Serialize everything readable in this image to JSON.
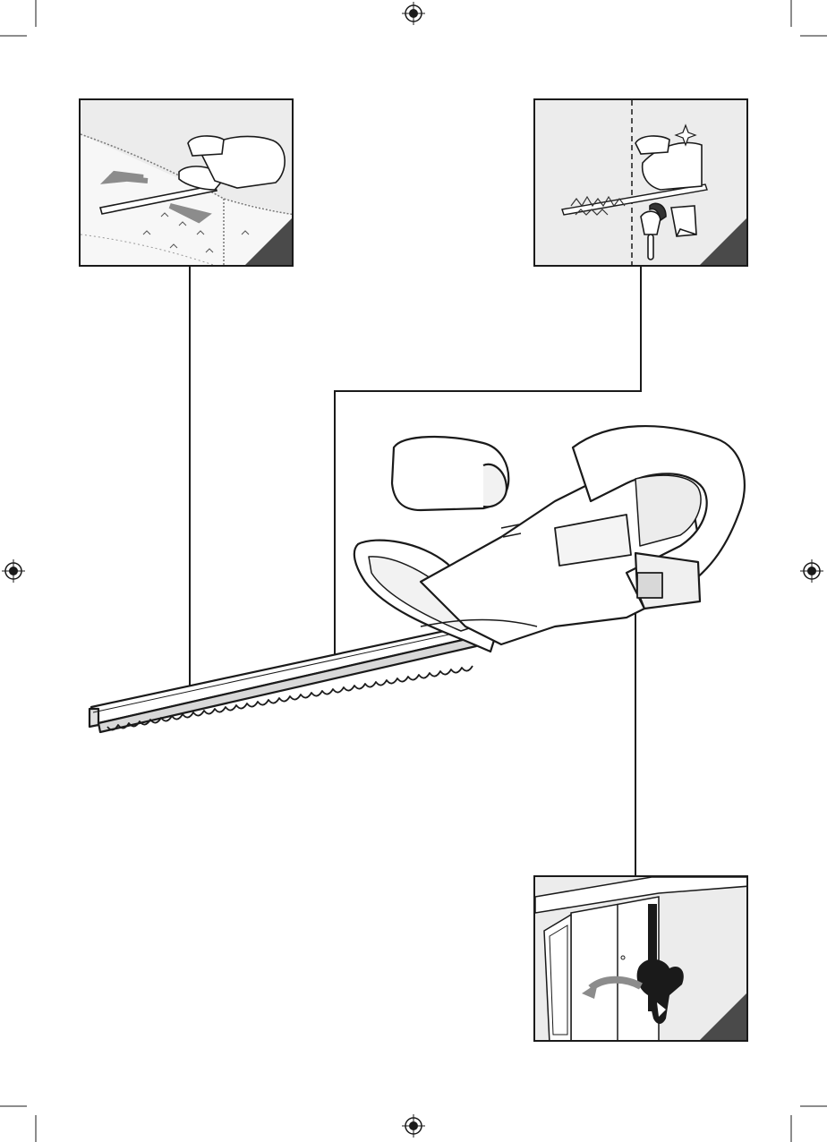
{
  "document": {
    "illustrations": [
      {
        "id": "trimming-hedge",
        "icon": "hedge-trimming-icon"
      },
      {
        "id": "cleaning-blade",
        "icon": "cleaning-kit-icon"
      },
      {
        "id": "storage-cabinet",
        "icon": "cabinet-storage-icon"
      }
    ],
    "main_figure": "hedge-trimmer-icon",
    "marks": [
      "registration-mark-icon",
      "crop-mark-icon"
    ]
  },
  "colors": {
    "line": "#1a1a1a",
    "panel_bg": "#ececec",
    "corner": "#4a4a4a",
    "arrow": "#8c8c8c"
  }
}
